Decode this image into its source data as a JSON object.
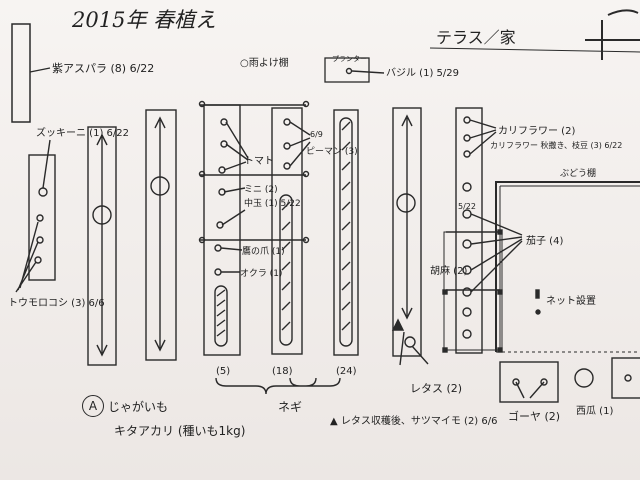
{
  "header": {
    "title": "2015年 春植え",
    "place": "テラス／家"
  },
  "labels": {
    "asparagus": "紫アスパラ (8) 6/22",
    "zucchini": "ズッキーニ (1) 6/22",
    "corn": "トウモロコシ (3) 6/6",
    "rain_shelter": "○雨よけ棚",
    "planter": "プランター",
    "basil": "バジル (1) 5/29",
    "tomato": "トマト",
    "mini": "ミニ (2)",
    "medium": "中玉 (1) 5/22",
    "pimento": "ピーマン (3)",
    "pimento_date": "6/9",
    "takanotsume": "鷹の爪 (1)",
    "okra": "オクラ (1)",
    "cauliflower": "カリフラワー (2)",
    "cauliflower_late": "カリフラワー 秋撒き、枝豆 (3) 6/22",
    "grape_trellis": "ぶどう棚",
    "eggplant_date": "5/22",
    "eggplant": "茄子 (4)",
    "sesame": "胡麻 (2)",
    "net": "ネット設置",
    "lettuce": "レタス (2)",
    "negi_counts": [
      "(5)",
      "(18)",
      "(24)"
    ],
    "negi": "ネギ",
    "potato_mark": "A",
    "potato": "じゃがいも",
    "potato_variety": "キタアカリ (種いも1kg)",
    "after_lettuce": "▲ レタス収穫後、サツマイモ (2) 6/6",
    "goya": "ゴーヤ (2)",
    "watermelon": "西瓜 (1)"
  },
  "colors": {
    "ink": "#2a2a2a",
    "paper": "#f4f0ee",
    "line": "#555555"
  }
}
